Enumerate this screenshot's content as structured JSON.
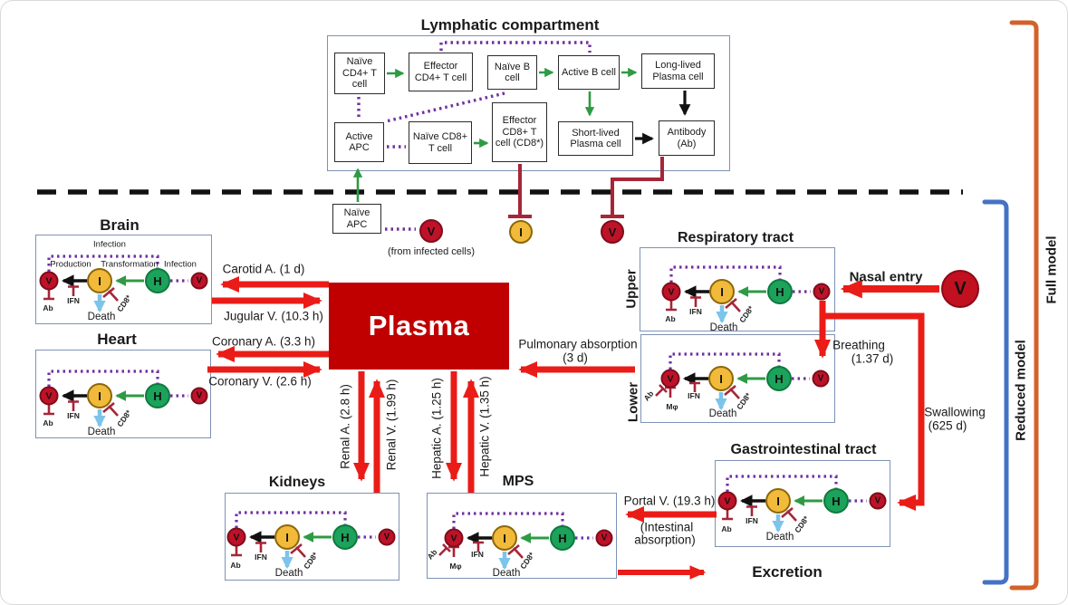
{
  "module": {
    "v": "V",
    "i": "I",
    "h": "H",
    "ab": "Ab",
    "ifn": "IFN",
    "cd8": "CD8*",
    "mphi": "Mφ",
    "death": "Death"
  },
  "lymphatic": {
    "title": "Lymphatic compartment",
    "naive_cd4": "Naïve CD4+ T cell",
    "effector_cd4": "Effector CD4+ T cell",
    "naive_b": "Naïve B cell",
    "active_b": "Active B cell",
    "long_lived": "Long-lived Plasma cell",
    "active_apc": "Active APC",
    "naive_cd8": "Naïve CD8+ T cell",
    "effector_cd8": "Effector CD8+ T cell (CD8*)",
    "short_lived": "Short-lived Plasma cell",
    "antibody": "Antibody (Ab)",
    "naive_apc": "Naïve APC",
    "from_infected": "(from infected cells)"
  },
  "organs": {
    "brain": "Brain",
    "heart": "Heart",
    "respiratory": "Respiratory tract",
    "upper": "Upper",
    "lower": "Lower",
    "gastro": "Gastrointestinal tract",
    "kidneys": "Kidneys",
    "mps": "MPS",
    "plasma": "Plasma"
  },
  "brain_labels": {
    "infection_top": "Infection",
    "production": "Production",
    "transformation": "Transformation",
    "infection_right": "Infection"
  },
  "flows": {
    "carotid": "Carotid A. (1 d)",
    "jugular": "Jugular V. (10.3 h)",
    "coronary_a": "Coronary A. (3.3 h)",
    "coronary_v": "Coronary V. (2.6 h)",
    "renal_a": "Renal A. (2.8 h)",
    "renal_v": "Renal V. (1.99 h)",
    "hepatic_a": "Hepatic A. (1.25 h)",
    "hepatic_v": "Hepatic V. (1.35 h)",
    "pulmonary1": "Pulmonary absorption",
    "pulmonary2": "(3 d)",
    "nasal": "Nasal entry",
    "breathing1": "Breathing",
    "breathing2": "(1.37 d)",
    "swallowing1": "Swallowing",
    "swallowing2": "(625 d)",
    "portal": "Portal V. (19.3 h)",
    "intestinal1": "(Intestinal",
    "intestinal2": "absorption)",
    "excretion": "Excretion"
  },
  "brackets": {
    "full": "Full model",
    "reduced": "Reduced model"
  },
  "colors": {
    "red_arrow": "#EA1C17",
    "plasma_box": "#C00000",
    "maroon_inhibition": "#A52638",
    "green_arrow": "#2E9B44",
    "purple_dotted": "#7030A0",
    "healthy_green": "#1CA25A",
    "infected_yellow": "#F2BA3B",
    "virus_red": "#BE1228",
    "death_blue": "#7CC4EA",
    "orange_bracket": "#D2622A",
    "blue_bracket": "#4472C4",
    "organ_box_border": "#7d92b5"
  }
}
